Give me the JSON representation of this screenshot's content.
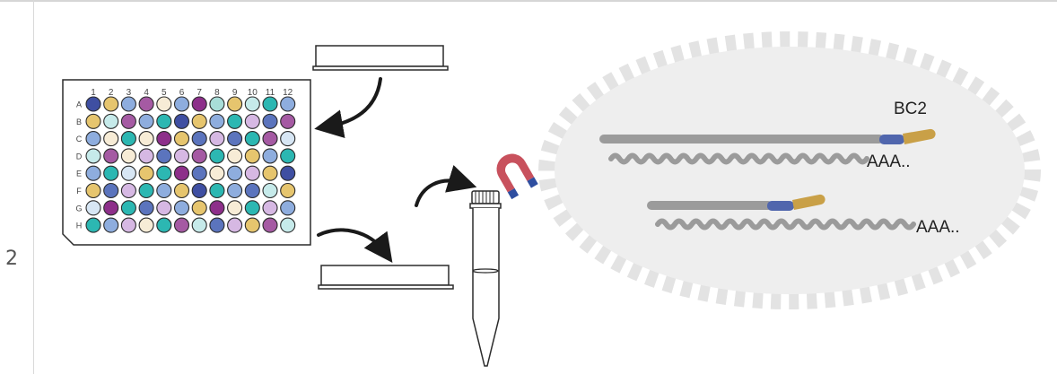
{
  "step": {
    "number": "2"
  },
  "plate": {
    "column_labels": [
      "1",
      "2",
      "3",
      "4",
      "5",
      "6",
      "7",
      "8",
      "9",
      "10",
      "11",
      "12"
    ],
    "row_labels": [
      "A",
      "B",
      "C",
      "D",
      "E",
      "F",
      "G",
      "H"
    ],
    "well_colors": [
      [
        "#3f4fa2",
        "#e6c56e",
        "#8eadde",
        "#a55aa3",
        "#f7ecd6",
        "#8eadde",
        "#8d2f8a",
        "#a8ddd8",
        "#e6c56e",
        "#c6eaea",
        "#2cb7b2",
        "#8eadde"
      ],
      [
        "#e6c56e",
        "#c6eaea",
        "#a55aa3",
        "#8eadde",
        "#2cb7b2",
        "#3f4fa2",
        "#e6c56e",
        "#8eadde",
        "#2cb7b2",
        "#d6b8e3",
        "#5b74bd",
        "#a55aa3"
      ],
      [
        "#8eadde",
        "#f7ecd6",
        "#2cb7b2",
        "#f7ecd6",
        "#8d2f8a",
        "#e6c56e",
        "#5b74bd",
        "#d6b8e3",
        "#5b74bd",
        "#2cb7b2",
        "#a55aa3",
        "#d7e6f4"
      ],
      [
        "#c6eaea",
        "#a55aa3",
        "#f7ecd6",
        "#d6b8e3",
        "#5b74bd",
        "#d6b8e3",
        "#a55aa3",
        "#2cb7b2",
        "#f7ecd6",
        "#e6c56e",
        "#8eadde",
        "#2cb7b2"
      ],
      [
        "#8eadde",
        "#2cb7b2",
        "#d7e6f4",
        "#e6c56e",
        "#2cb7b2",
        "#8d2f8a",
        "#5b74bd",
        "#f7ecd6",
        "#8eadde",
        "#d6b8e3",
        "#e6c56e",
        "#3f4fa2"
      ],
      [
        "#e6c56e",
        "#5b74bd",
        "#d6b8e3",
        "#2cb7b2",
        "#8eadde",
        "#e6c56e",
        "#3f4fa2",
        "#2cb7b2",
        "#8eadde",
        "#5b74bd",
        "#c6eaea",
        "#e6c56e"
      ],
      [
        "#d7e6f4",
        "#8d2f8a",
        "#2cb7b2",
        "#5b74bd",
        "#d6b8e3",
        "#8eadde",
        "#e6c56e",
        "#8d2f8a",
        "#f7ecd6",
        "#2cb7b2",
        "#d6b8e3",
        "#8eadde"
      ],
      [
        "#2cb7b2",
        "#8eadde",
        "#d6b8e3",
        "#f7ecd6",
        "#2cb7b2",
        "#a55aa3",
        "#c6eaea",
        "#5b74bd",
        "#d6b8e3",
        "#e6c56e",
        "#a55aa3",
        "#c6eaea"
      ]
    ]
  },
  "bead": {
    "barcode_label": "BC2",
    "polya_label_1": "AAA..",
    "polya_label_2": "AAA.."
  },
  "colors": {
    "outline": "#2b2b2b",
    "arrow": "#1a1a1a",
    "bead_fill": "#eeeeee",
    "bead_spikes": "#e0e0e0",
    "strand": "#9b9b9b",
    "barcode_blue": "#5066ad",
    "barcode_gold": "#c9a047",
    "magnet_red": "#c8515d",
    "magnet_blue": "#2e4ea0"
  }
}
